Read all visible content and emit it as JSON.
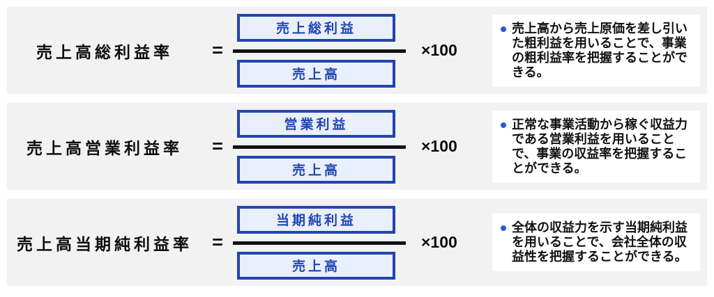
{
  "colors": {
    "accent_blue": "#2145b0",
    "box_fill": "#e9effc",
    "band_bg": "#f2f2f2",
    "bar_black": "#111111",
    "bullet_blue": "#2f5bc7",
    "text_color": "#111111"
  },
  "rows": [
    {
      "label": "売上高総利益率",
      "equals": "=",
      "numerator": "売上総利益",
      "denominator": "売上高",
      "multiplier": "×100",
      "description": "売上高から売上原価を差し引いた粗利益を用いることで、事業の粗利益率を把握することができる。"
    },
    {
      "label": "売上高営業利益率",
      "equals": "=",
      "numerator": "営業利益",
      "denominator": "売上高",
      "multiplier": "×100",
      "description": "正常な事業活動から稼ぐ収益力である営業利益を用いることで、事業の収益率を把握することができる。"
    },
    {
      "label": "売上高当期純利益率",
      "equals": "=",
      "numerator": "当期純利益",
      "denominator": "売上高",
      "multiplier": "×100",
      "description": "全体の収益力を示す当期純利益を用いることで、会社全体の収益性を把握することができる。"
    }
  ]
}
